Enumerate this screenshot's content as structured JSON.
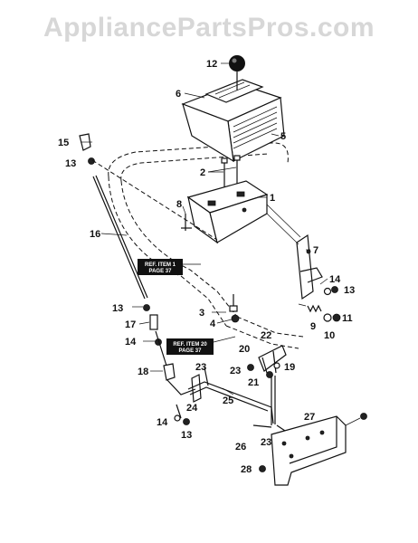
{
  "watermark": "AppliancePartsPros.com",
  "refs": [
    {
      "id": "ref-37",
      "line1": "REF. ITEM 1",
      "line2": "PAGE 37"
    },
    {
      "id": "ref-20",
      "line1": "REF. ITEM 20",
      "line2": "PAGE 37"
    }
  ],
  "callouts": [
    {
      "id": "c12",
      "text": "12"
    },
    {
      "id": "c6",
      "text": "6"
    },
    {
      "id": "c5",
      "text": "5"
    },
    {
      "id": "c15",
      "text": "15"
    },
    {
      "id": "c13a",
      "text": "13"
    },
    {
      "id": "c2",
      "text": "2"
    },
    {
      "id": "c8",
      "text": "8"
    },
    {
      "id": "c1",
      "text": "1"
    },
    {
      "id": "c16",
      "text": "16"
    },
    {
      "id": "c7",
      "text": "7"
    },
    {
      "id": "c14a",
      "text": "14"
    },
    {
      "id": "c13b",
      "text": "13"
    },
    {
      "id": "c3",
      "text": "3"
    },
    {
      "id": "c9",
      "text": "9"
    },
    {
      "id": "c11",
      "text": "11"
    },
    {
      "id": "c13c",
      "text": "13"
    },
    {
      "id": "c4",
      "text": "4"
    },
    {
      "id": "c10",
      "text": "10"
    },
    {
      "id": "c17",
      "text": "17"
    },
    {
      "id": "c14b",
      "text": "14"
    },
    {
      "id": "c22",
      "text": "22"
    },
    {
      "id": "c20",
      "text": "20"
    },
    {
      "id": "c19",
      "text": "19"
    },
    {
      "id": "c18",
      "text": "18"
    },
    {
      "id": "c23a",
      "text": "23"
    },
    {
      "id": "c23b",
      "text": "23"
    },
    {
      "id": "c21",
      "text": "21"
    },
    {
      "id": "c24",
      "text": "24"
    },
    {
      "id": "c25",
      "text": "25"
    },
    {
      "id": "c14c",
      "text": "14"
    },
    {
      "id": "c13d",
      "text": "13"
    },
    {
      "id": "c27",
      "text": "27"
    },
    {
      "id": "c26",
      "text": "26"
    },
    {
      "id": "c23c",
      "text": "23"
    },
    {
      "id": "c28",
      "text": "28"
    }
  ]
}
